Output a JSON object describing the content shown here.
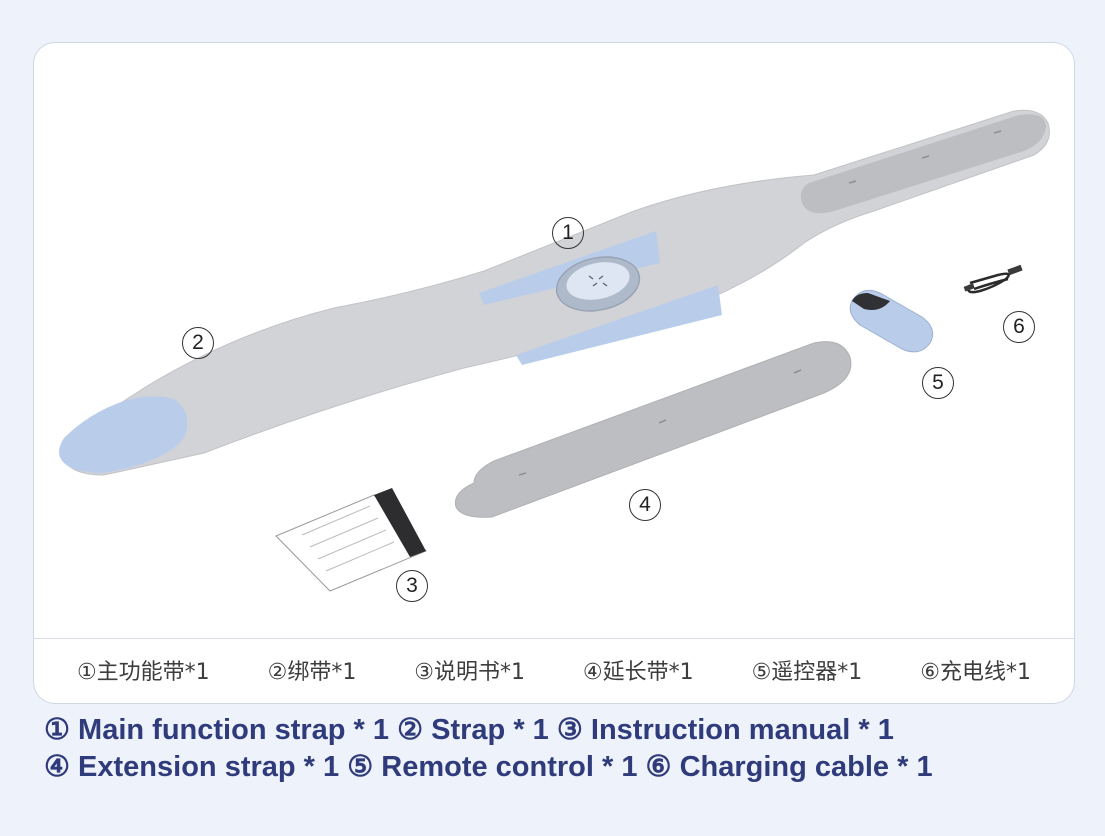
{
  "markers": [
    "1",
    "2",
    "3",
    "4",
    "5",
    "6"
  ],
  "cn_labels": [
    "①主功能带*1",
    "②绑带*1",
    "③说明书*1",
    "④延长带*1",
    "⑤遥控器*1",
    "⑥充电线*1"
  ],
  "en_caption": {
    "line1": "① Main function strap * 1 ② Strap * 1 ③ Instruction manual * 1",
    "line2": "④ Extension strap * 1 ⑤ Remote control * 1 ⑥ Charging cable * 1"
  },
  "colors": {
    "page_bg": "#eef2fb",
    "strap_gray": "#cfcfd1",
    "strap_blue": "#b9cdea",
    "caption_blue": "#2f3b7a"
  },
  "icons": [
    "main-function-strap-image",
    "strap-image",
    "manual-image",
    "extension-strap-image",
    "remote-control-image",
    "charging-cable-image"
  ]
}
